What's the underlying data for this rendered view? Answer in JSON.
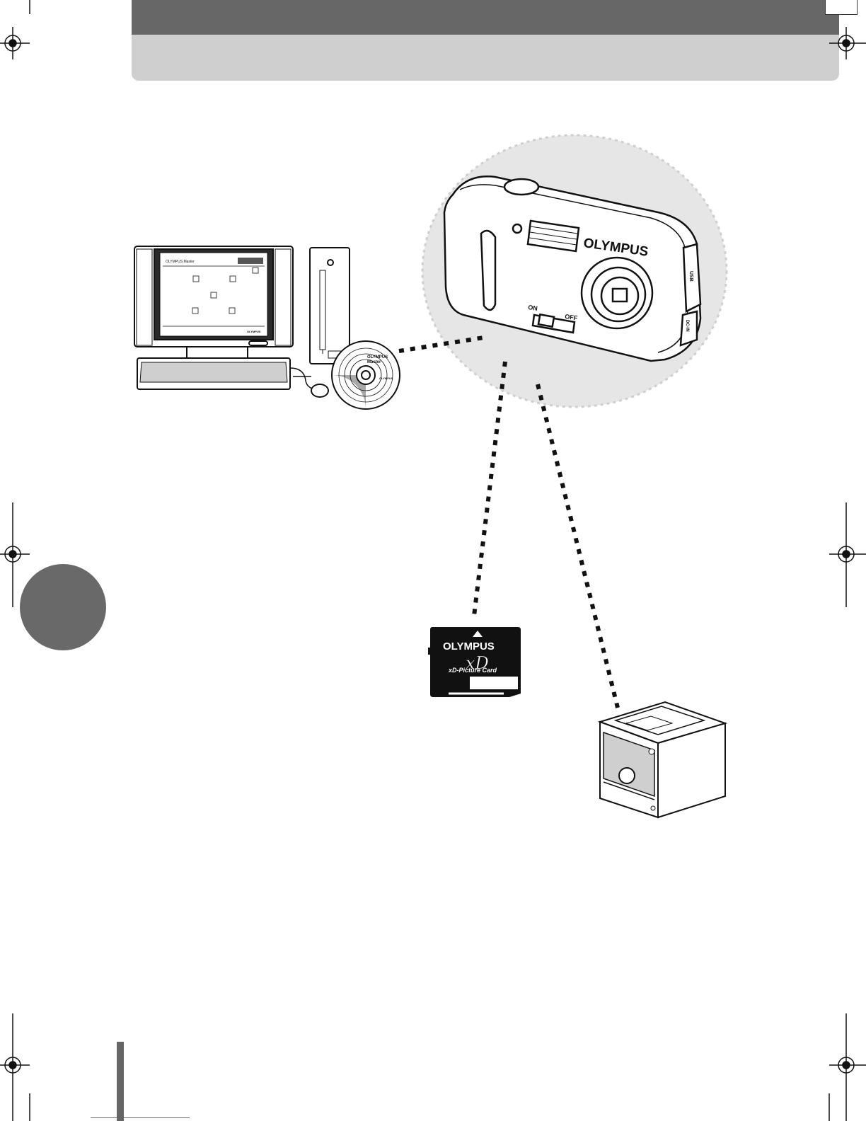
{
  "camera": {
    "brand": "OLYMPUS",
    "switch_on": "ON",
    "switch_off": "OFF",
    "port_label": "USB",
    "jack_label": "DC-IN"
  },
  "monitor_screen": {
    "app_title": "OLYMPUS Master",
    "logo": "OLYMPUS"
  },
  "cd": {
    "brand": "OLYMPUS",
    "product": "Master",
    "maker": "OLYMPUS"
  },
  "xd_card": {
    "brand": "OLYMPUS",
    "logo": "xD",
    "name": "xD-Picture Card"
  },
  "colors": {
    "header_dark": "#676767",
    "header_light": "#cfcfcf",
    "side_tab": "#696969",
    "halo": "#e6e6e6"
  }
}
